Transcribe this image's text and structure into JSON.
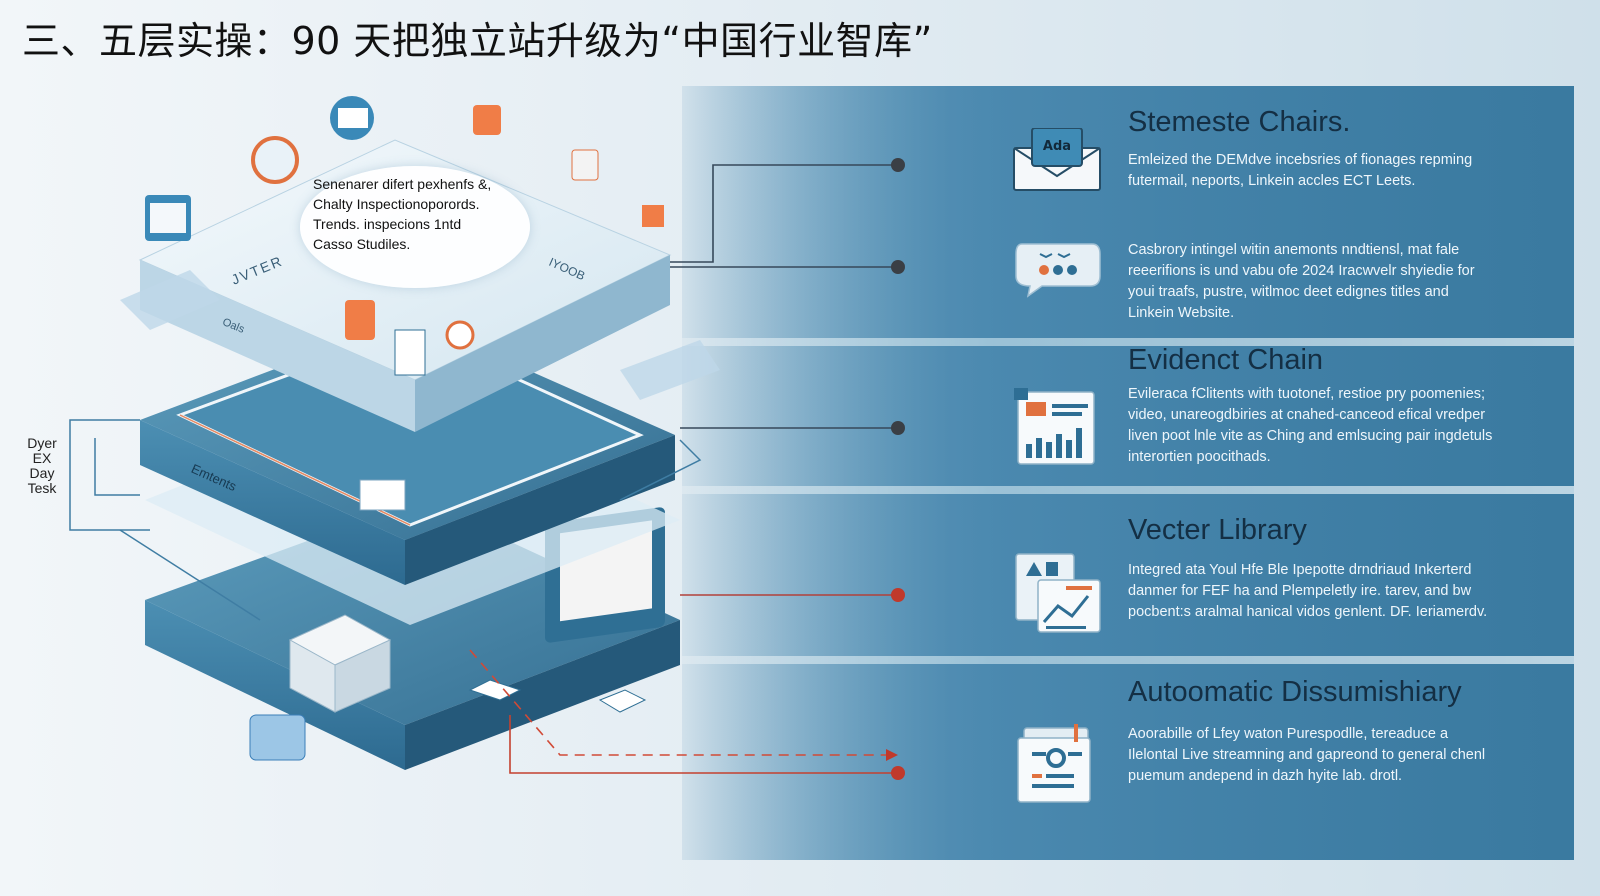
{
  "title": "三、五层实操：90 天把独立站升级为“中国行业智库”",
  "diagram": {
    "callout": [
      "Senenarer difert pexhenfs &,",
      "Chalty Inspectionoporords.",
      "Trends. inspecions 1ntd",
      "Casso Studiles."
    ],
    "side_label": [
      "Dyer",
      "EX",
      "Day",
      "Tesk"
    ],
    "layer_labels": {
      "top_left": "JVTER",
      "top_right": "IYOOB",
      "top_small": "Oals",
      "middle": "Emtents"
    }
  },
  "sections": [
    {
      "heading": "Stemeste Chairs.",
      "icon": "envelope-icon",
      "icon_text": "Ada",
      "paragraphs": [
        {
          "lines": [
            "Emleized the DEMdve incebsries of fionages repming",
            "futermail, neports, Linkein accles ECT Leets."
          ]
        },
        {
          "icon": "chat-bubble-icon",
          "lines": [
            "Casbrory intingel witin anemonts nndtiensl, mat fale",
            "reeerifions is und vabu ofe 2024 Iracwvelr shyiedie for",
            "youi traafs, pustre, witlmoc deet edignes titles and",
            "Linkein Website."
          ]
        }
      ]
    },
    {
      "heading": "Evidenct Chain",
      "icon": "bar-chart-document-icon",
      "lines": [
        "Evileraca fClitents with tuotonef, restioe pry poomenies;",
        "video, unareogdbiries at cnahed-canceod efical vredper",
        "liven poot lnle vite as Ching and emlsucing pair ingdetuls",
        "interortien poocithads."
      ]
    },
    {
      "heading": "Vecter Library",
      "icon": "documents-chart-icon",
      "lines": [
        "Integred ata Youl Hfe Ble Ipepotte drndriaud Inkerterd",
        "danmer for FEF ha and Plempeletly ire. tarev, and bw",
        "pocbent:s aralmal hanical vidos genlent. DF. Ieriamerdv."
      ]
    },
    {
      "heading": "Autoomatic Dissumishiary",
      "icon": "dashboard-report-icon",
      "lines": [
        "Aoorabille of Lfey waton Purespodlle, tereaduce a",
        "Ilelontal Live streamning and gapreond to general chenl",
        "puemum andepend in dazh hyite lab. drotl."
      ]
    }
  ]
}
